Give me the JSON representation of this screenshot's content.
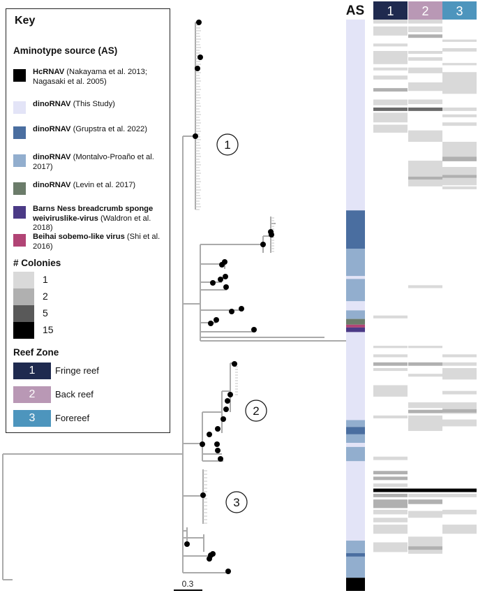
{
  "key": {
    "title": "Key",
    "as_section": "Aminotype source (AS)",
    "as_items": [
      {
        "bold": "HcRNAV",
        "rest": " (Nakayama et al. 2013; Nagasaki et al. 2005)",
        "color": "#000000"
      },
      {
        "bold": "dinoRNAV",
        "rest": " (This Study)",
        "color": "#e3e4f7"
      },
      {
        "bold": "dinoRNAV",
        "rest": " (Grupstra et al. 2022)",
        "color": "#4a6ea0"
      },
      {
        "bold": "dinoRNAV",
        "rest": " (Montalvo-Proaño et al. 2017)",
        "color": "#92aece"
      },
      {
        "bold": "dinoRNAV",
        "rest": " (Levin et al. 2017)",
        "color": "#6b7c6a"
      },
      {
        "bold": "Barns Ness breadcrumb sponge weiviruslike-virus",
        "rest": " (Waldron et al. 2018)",
        "color": "#4b3a86"
      },
      {
        "bold": "Beihai sobemo-like virus",
        "rest": " (Shi et al. 2016)",
        "color": "#b14475"
      }
    ],
    "colonies_section": "# Colonies",
    "colonies": [
      {
        "label": "1",
        "color": "#d9d9d9"
      },
      {
        "label": "2",
        "color": "#b0b0b0"
      },
      {
        "label": "5",
        "color": "#595959"
      },
      {
        "label": "15",
        "color": "#000000"
      }
    ],
    "zone_section": "Reef Zone",
    "zones": [
      {
        "num": "1",
        "label": "Fringe reef",
        "color": "#1f2a4f"
      },
      {
        "num": "2",
        "label": "Back reef",
        "color": "#b998b5"
      },
      {
        "num": "3",
        "label": "Forereef",
        "color": "#4d95bd"
      }
    ]
  },
  "header": {
    "as": "AS",
    "zones": [
      "1",
      "2",
      "3"
    ]
  },
  "clades": [
    "1",
    "2",
    "3"
  ],
  "scale": "0.3",
  "as_bar": [
    {
      "y0": 0.0,
      "y1": 0.334,
      "c": "dino"
    },
    {
      "y0": 0.334,
      "y1": 0.401,
      "c": "grup"
    },
    {
      "y0": 0.401,
      "y1": 0.449,
      "c": "mont"
    },
    {
      "y0": 0.449,
      "y1": 0.454,
      "c": "dino"
    },
    {
      "y0": 0.454,
      "y1": 0.493,
      "c": "mont"
    },
    {
      "y0": 0.493,
      "y1": 0.509,
      "c": "dino"
    },
    {
      "y0": 0.509,
      "y1": 0.524,
      "c": "mont"
    },
    {
      "y0": 0.524,
      "y1": 0.534,
      "c": "levin"
    },
    {
      "y0": 0.534,
      "y1": 0.539,
      "c": "beihai"
    },
    {
      "y0": 0.539,
      "y1": 0.547,
      "c": "barns"
    },
    {
      "y0": 0.547,
      "y1": 0.701,
      "c": "dino"
    },
    {
      "y0": 0.701,
      "y1": 0.713,
      "c": "mont"
    },
    {
      "y0": 0.713,
      "y1": 0.726,
      "c": "grup"
    },
    {
      "y0": 0.726,
      "y1": 0.741,
      "c": "mont"
    },
    {
      "y0": 0.741,
      "y1": 0.748,
      "c": "dino"
    },
    {
      "y0": 0.748,
      "y1": 0.773,
      "c": "mont"
    },
    {
      "y0": 0.773,
      "y1": 0.912,
      "c": "dino"
    },
    {
      "y0": 0.912,
      "y1": 0.934,
      "c": "mont"
    },
    {
      "y0": 0.934,
      "y1": 0.94,
      "c": "grup"
    },
    {
      "y0": 0.94,
      "y1": 0.977,
      "c": "mont"
    },
    {
      "y0": 0.977,
      "y1": 1.0,
      "c": "hc"
    }
  ],
  "heatmap": [
    {
      "z": 0,
      "y0": 0.0,
      "y1": 0.007,
      "v": 1
    },
    {
      "z": 1,
      "y0": 0.0,
      "y1": 0.007,
      "v": 1
    },
    {
      "z": 0,
      "y0": 0.012,
      "y1": 0.028,
      "v": 1
    },
    {
      "z": 1,
      "y0": 0.012,
      "y1": 0.022,
      "v": 1
    },
    {
      "z": 1,
      "y0": 0.026,
      "y1": 0.032,
      "v": 2
    },
    {
      "z": 2,
      "y0": 0.035,
      "y1": 0.039,
      "v": 1
    },
    {
      "z": 0,
      "y0": 0.042,
      "y1": 0.047,
      "v": 1
    },
    {
      "z": 2,
      "y0": 0.05,
      "y1": 0.056,
      "v": 1
    },
    {
      "z": 0,
      "y0": 0.055,
      "y1": 0.078,
      "v": 1
    },
    {
      "z": 1,
      "y0": 0.055,
      "y1": 0.06,
      "v": 1
    },
    {
      "z": 1,
      "y0": 0.066,
      "y1": 0.072,
      "v": 1
    },
    {
      "z": 2,
      "y0": 0.076,
      "y1": 0.08,
      "v": 1
    },
    {
      "z": 0,
      "y0": 0.084,
      "y1": 0.089,
      "v": 1
    },
    {
      "z": 1,
      "y0": 0.084,
      "y1": 0.094,
      "v": 1
    },
    {
      "z": 2,
      "y0": 0.092,
      "y1": 0.13,
      "v": 1
    },
    {
      "z": 0,
      "y0": 0.098,
      "y1": 0.105,
      "v": 1
    },
    {
      "z": 1,
      "y0": 0.11,
      "y1": 0.125,
      "v": 1
    },
    {
      "z": 0,
      "y0": 0.12,
      "y1": 0.126,
      "v": 2
    },
    {
      "z": 0,
      "y0": 0.14,
      "y1": 0.15,
      "v": 1
    },
    {
      "z": 1,
      "y0": 0.14,
      "y1": 0.148,
      "v": 1
    },
    {
      "z": 0,
      "y0": 0.154,
      "y1": 0.16,
      "v": 5
    },
    {
      "z": 1,
      "y0": 0.154,
      "y1": 0.16,
      "v": 5
    },
    {
      "z": 2,
      "y0": 0.154,
      "y1": 0.16,
      "v": 1
    },
    {
      "z": 0,
      "y0": 0.163,
      "y1": 0.18,
      "v": 1
    },
    {
      "z": 2,
      "y0": 0.166,
      "y1": 0.171,
      "v": 1
    },
    {
      "z": 0,
      "y0": 0.184,
      "y1": 0.198,
      "v": 1
    },
    {
      "z": 1,
      "y0": 0.194,
      "y1": 0.214,
      "v": 1
    },
    {
      "z": 2,
      "y0": 0.18,
      "y1": 0.186,
      "v": 1
    },
    {
      "z": 2,
      "y0": 0.214,
      "y1": 0.24,
      "v": 1
    },
    {
      "z": 2,
      "y0": 0.24,
      "y1": 0.248,
      "v": 2
    },
    {
      "z": 1,
      "y0": 0.247,
      "y1": 0.292,
      "v": 1
    },
    {
      "z": 1,
      "y0": 0.275,
      "y1": 0.28,
      "v": 2
    },
    {
      "z": 2,
      "y0": 0.258,
      "y1": 0.29,
      "v": 1
    },
    {
      "z": 2,
      "y0": 0.272,
      "y1": 0.277,
      "v": 2
    },
    {
      "z": 2,
      "y0": 0.292,
      "y1": 0.297,
      "v": 1
    },
    {
      "z": 1,
      "y0": 0.465,
      "y1": 0.47,
      "v": 1
    },
    {
      "z": 0,
      "y0": 0.518,
      "y1": 0.523,
      "v": 1
    },
    {
      "z": 0,
      "y0": 0.571,
      "y1": 0.575,
      "v": 1
    },
    {
      "z": 1,
      "y0": 0.571,
      "y1": 0.575,
      "v": 1
    },
    {
      "z": 0,
      "y0": 0.586,
      "y1": 0.591,
      "v": 1
    },
    {
      "z": 2,
      "y0": 0.586,
      "y1": 0.591,
      "v": 1
    },
    {
      "z": 0,
      "y0": 0.6,
      "y1": 0.606,
      "v": 2
    },
    {
      "z": 1,
      "y0": 0.6,
      "y1": 0.606,
      "v": 2
    },
    {
      "z": 2,
      "y0": 0.6,
      "y1": 0.606,
      "v": 1
    },
    {
      "z": 0,
      "y0": 0.61,
      "y1": 0.615,
      "v": 1
    },
    {
      "z": 2,
      "y0": 0.61,
      "y1": 0.63,
      "v": 1
    },
    {
      "z": 1,
      "y0": 0.62,
      "y1": 0.625,
      "v": 1
    },
    {
      "z": 0,
      "y0": 0.64,
      "y1": 0.66,
      "v": 1
    },
    {
      "z": 2,
      "y0": 0.65,
      "y1": 0.656,
      "v": 1
    },
    {
      "z": 1,
      "y0": 0.67,
      "y1": 0.68,
      "v": 1
    },
    {
      "z": 1,
      "y0": 0.683,
      "y1": 0.689,
      "v": 2
    },
    {
      "z": 2,
      "y0": 0.67,
      "y1": 0.69,
      "v": 1
    },
    {
      "z": 2,
      "y0": 0.682,
      "y1": 0.688,
      "v": 2
    },
    {
      "z": 0,
      "y0": 0.693,
      "y1": 0.698,
      "v": 1
    },
    {
      "z": 1,
      "y0": 0.693,
      "y1": 0.72,
      "v": 1
    },
    {
      "z": 2,
      "y0": 0.7,
      "y1": 0.712,
      "v": 1
    },
    {
      "z": 0,
      "y0": 0.765,
      "y1": 0.771,
      "v": 1
    },
    {
      "z": 0,
      "y0": 0.79,
      "y1": 0.796,
      "v": 2
    },
    {
      "z": 0,
      "y0": 0.8,
      "y1": 0.806,
      "v": 2
    },
    {
      "z": 0,
      "y0": 0.812,
      "y1": 0.818,
      "v": 1
    },
    {
      "z": 0,
      "y0": 0.821,
      "y1": 0.827,
      "v": 15
    },
    {
      "z": 1,
      "y0": 0.821,
      "y1": 0.827,
      "v": 15
    },
    {
      "z": 2,
      "y0": 0.821,
      "y1": 0.827,
      "v": 15
    },
    {
      "z": 0,
      "y0": 0.83,
      "y1": 0.836,
      "v": 2
    },
    {
      "z": 1,
      "y0": 0.83,
      "y1": 0.836,
      "v": 1
    },
    {
      "z": 2,
      "y0": 0.83,
      "y1": 0.836,
      "v": 1
    },
    {
      "z": 0,
      "y0": 0.84,
      "y1": 0.855,
      "v": 2
    },
    {
      "z": 1,
      "y0": 0.84,
      "y1": 0.848,
      "v": 2
    },
    {
      "z": 0,
      "y0": 0.858,
      "y1": 0.866,
      "v": 1
    },
    {
      "z": 2,
      "y0": 0.858,
      "y1": 0.866,
      "v": 1
    },
    {
      "z": 1,
      "y0": 0.86,
      "y1": 0.872,
      "v": 1
    },
    {
      "z": 0,
      "y0": 0.872,
      "y1": 0.88,
      "v": 1
    },
    {
      "z": 0,
      "y0": 0.884,
      "y1": 0.9,
      "v": 1
    },
    {
      "z": 2,
      "y0": 0.884,
      "y1": 0.9,
      "v": 1
    },
    {
      "z": 1,
      "y0": 0.905,
      "y1": 0.935,
      "v": 1
    },
    {
      "z": 1,
      "y0": 0.922,
      "y1": 0.928,
      "v": 2
    },
    {
      "z": 0,
      "y0": 0.915,
      "y1": 0.932,
      "v": 1
    }
  ]
}
